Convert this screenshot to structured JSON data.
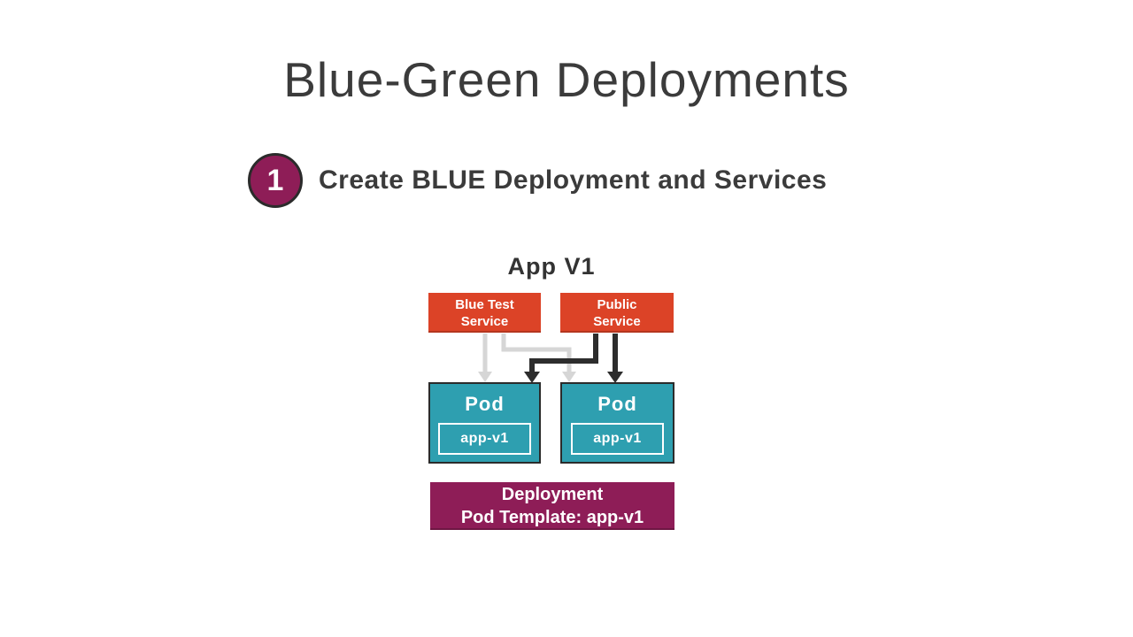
{
  "slide": {
    "title": "Blue-Green Deployments",
    "step": {
      "number": "1",
      "label": "Create BLUE Deployment and Services"
    },
    "diagram": {
      "app_label": "App V1",
      "services": [
        {
          "line1": "Blue Test",
          "line2": "Service"
        },
        {
          "line1": "Public",
          "line2": "Service"
        }
      ],
      "pods": [
        {
          "title": "Pod",
          "container": "app-v1"
        },
        {
          "title": "Pod",
          "container": "app-v1"
        }
      ],
      "deployment": {
        "line1": "Deployment",
        "line2": "Pod Template: app-v1"
      }
    }
  },
  "colors": {
    "service_orange": "#DC4327",
    "pod_teal": "#2E9FB0",
    "brand_maroon": "#8E1D57",
    "arrow_dark": "#2D2D2D",
    "arrow_light": "#D6D6D6",
    "text_dark": "#3B3B3B",
    "border_dark": "#2B2B2B"
  }
}
